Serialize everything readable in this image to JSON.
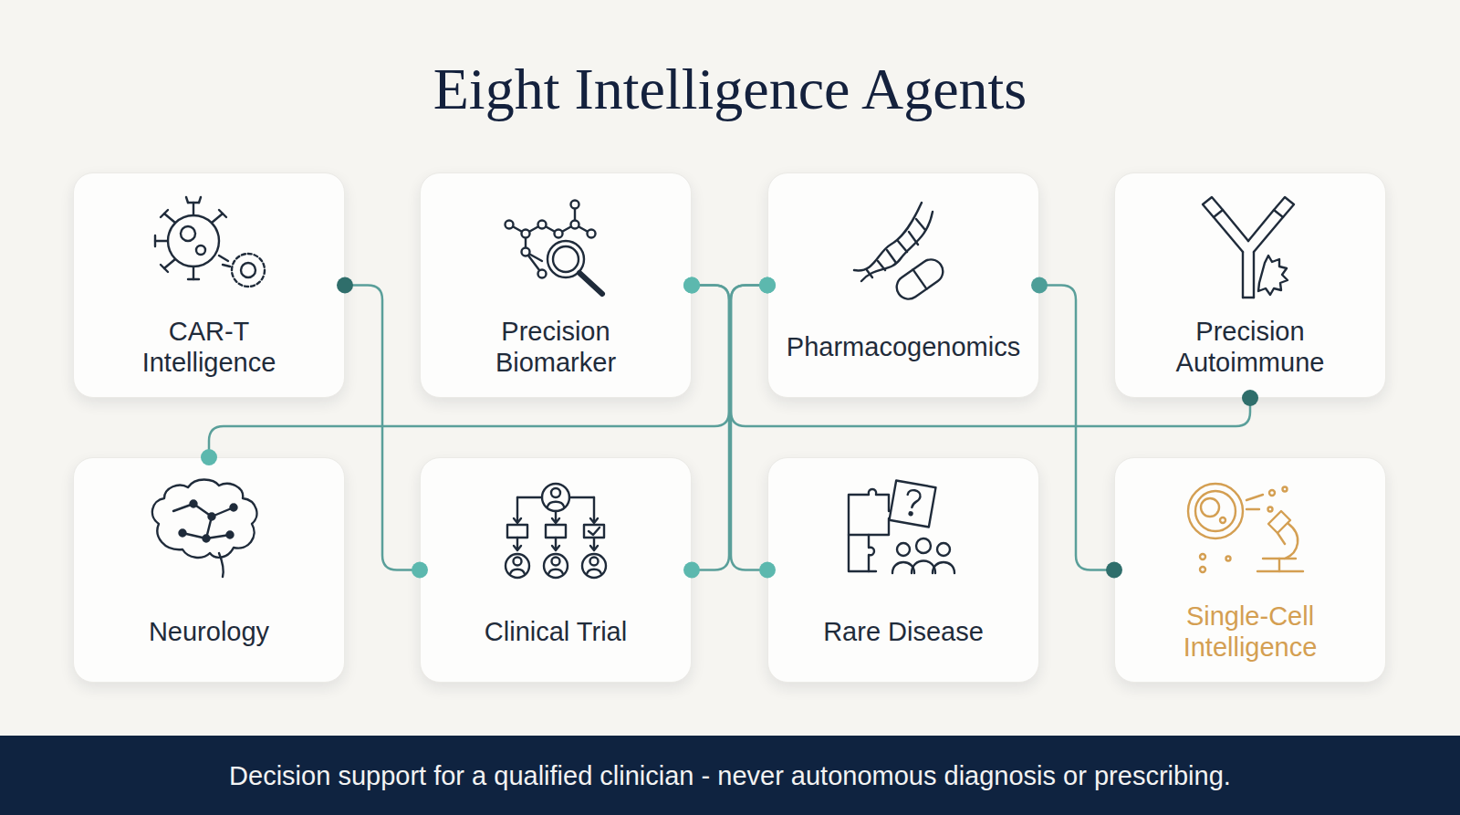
{
  "diagram": {
    "title": "Eight Intelligence Agents",
    "nodes": [
      {
        "text": [
          "CAR-T Intelligence"
        ]
      },
      {
        "text": [
          "Precision Biomarker"
        ]
      },
      {
        "text": [
          "Pharmacogenomics"
        ]
      },
      {
        "text": [
          "Precision Autoimmune"
        ]
      },
      {
        "text": [
          "Neurology"
        ]
      },
      {
        "text": [
          "Clinical Trial"
        ]
      },
      {
        "text": [
          "Rare Disease"
        ]
      },
      {
        "text": [
          "Single-Cell Intelligence"
        ]
      },
      {
        "text": [
          "Decision support for a qualified clinician - never autonomous diagnosis or prescribing."
        ]
      }
    ],
    "edges": [
      {
        "from": 0,
        "to": 5,
        "arrow": "none"
      },
      {
        "from": 1,
        "to": 5,
        "arrow": "none"
      },
      {
        "from": 2,
        "to": 6,
        "arrow": "none"
      },
      {
        "from": 1,
        "to": 4,
        "arrow": "none"
      },
      {
        "from": 2,
        "to": 3,
        "arrow": "none"
      },
      {
        "from": 2,
        "to": 7,
        "arrow": "none"
      }
    ]
  }
}
